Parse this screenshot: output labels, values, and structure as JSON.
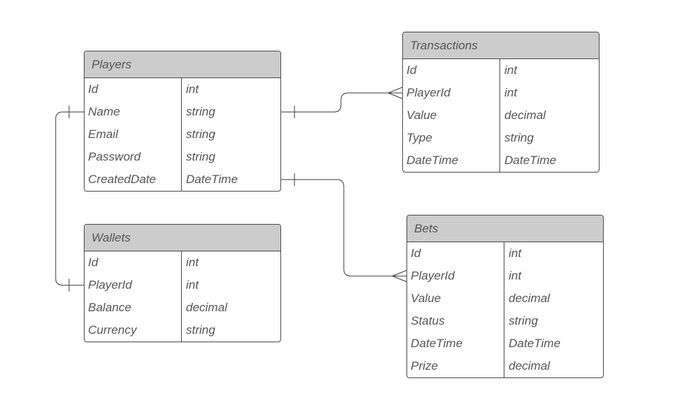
{
  "tables": [
    {
      "name": "Players",
      "columns": [
        {
          "name": "Id",
          "type": "int"
        },
        {
          "name": "Name",
          "type": "string"
        },
        {
          "name": "Email",
          "type": "string"
        },
        {
          "name": "Password",
          "type": "string"
        },
        {
          "name": "CreatedDate",
          "type": "DateTime"
        }
      ]
    },
    {
      "name": "Transactions",
      "columns": [
        {
          "name": "Id",
          "type": "int"
        },
        {
          "name": "PlayerId",
          "type": "int"
        },
        {
          "name": "Value",
          "type": "decimal"
        },
        {
          "name": "Type",
          "type": "string"
        },
        {
          "name": "DateTime",
          "type": "DateTime"
        }
      ]
    },
    {
      "name": "Wallets",
      "columns": [
        {
          "name": "Id",
          "type": "int"
        },
        {
          "name": "PlayerId",
          "type": "int"
        },
        {
          "name": "Balance",
          "type": "decimal"
        },
        {
          "name": "Currency",
          "type": "string"
        }
      ]
    },
    {
      "name": "Bets",
      "columns": [
        {
          "name": "Id",
          "type": "int"
        },
        {
          "name": "PlayerId",
          "type": "int"
        },
        {
          "name": "Value",
          "type": "decimal"
        },
        {
          "name": "Status",
          "type": "string"
        },
        {
          "name": "DateTime",
          "type": "DateTime"
        },
        {
          "name": "Prize",
          "type": "decimal"
        }
      ]
    }
  ],
  "colors": {
    "header_background": "#cccccc",
    "border": "#4a4a4a",
    "text": "#555555",
    "connector": "#3a3a3a"
  }
}
